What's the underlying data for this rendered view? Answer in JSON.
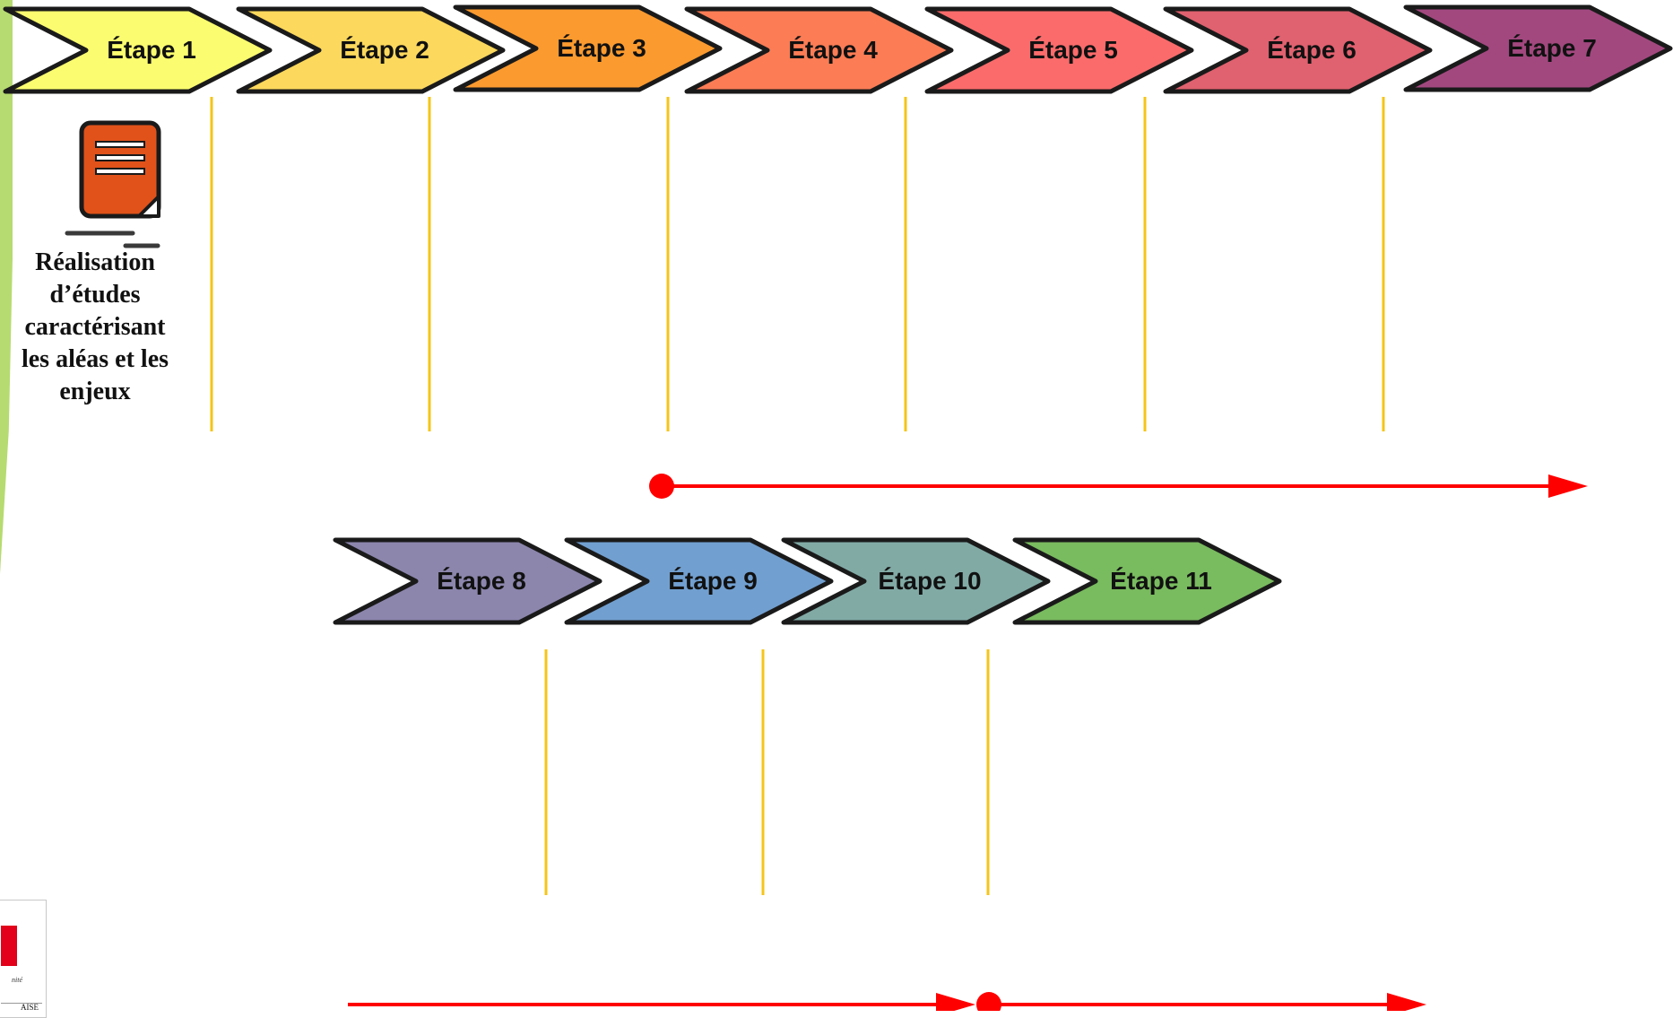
{
  "row1_steps": [
    {
      "label": "Étape 1",
      "color": "#fbfc6f"
    },
    {
      "label": "Étape 2",
      "color": "#fcd85c"
    },
    {
      "label": "Étape 3",
      "color": "#fb9a2f"
    },
    {
      "label": "Étape 4",
      "color": "#fb7c55"
    },
    {
      "label": "Étape 5",
      "color": "#fb6b6b"
    },
    {
      "label": "Étape 6",
      "color": "#e0616f"
    },
    {
      "label": "Étape 7",
      "color": "#a2487f"
    }
  ],
  "row2_steps": [
    {
      "label": "Étape 8",
      "color": "#8c86ad"
    },
    {
      "label": "Étape 9",
      "color": "#719fd0"
    },
    {
      "label": "Étape 10",
      "color": "#81aaa5"
    },
    {
      "label": "Étape 11",
      "color": "#79bb5f"
    }
  ],
  "step1_detail": {
    "icon": "document-icon",
    "caption": [
      "Réalisation",
      "d’études",
      "caractérisant",
      "les aléas et les",
      "enjeux"
    ]
  },
  "logo": {
    "text_italic": "nité",
    "text_caps": "AISE"
  },
  "colors": {
    "connector": "#f5c518",
    "timeline": "#ff0000",
    "outline": "#1a1a1a",
    "document": "#e0521a",
    "side_accent": "#b6db70"
  }
}
